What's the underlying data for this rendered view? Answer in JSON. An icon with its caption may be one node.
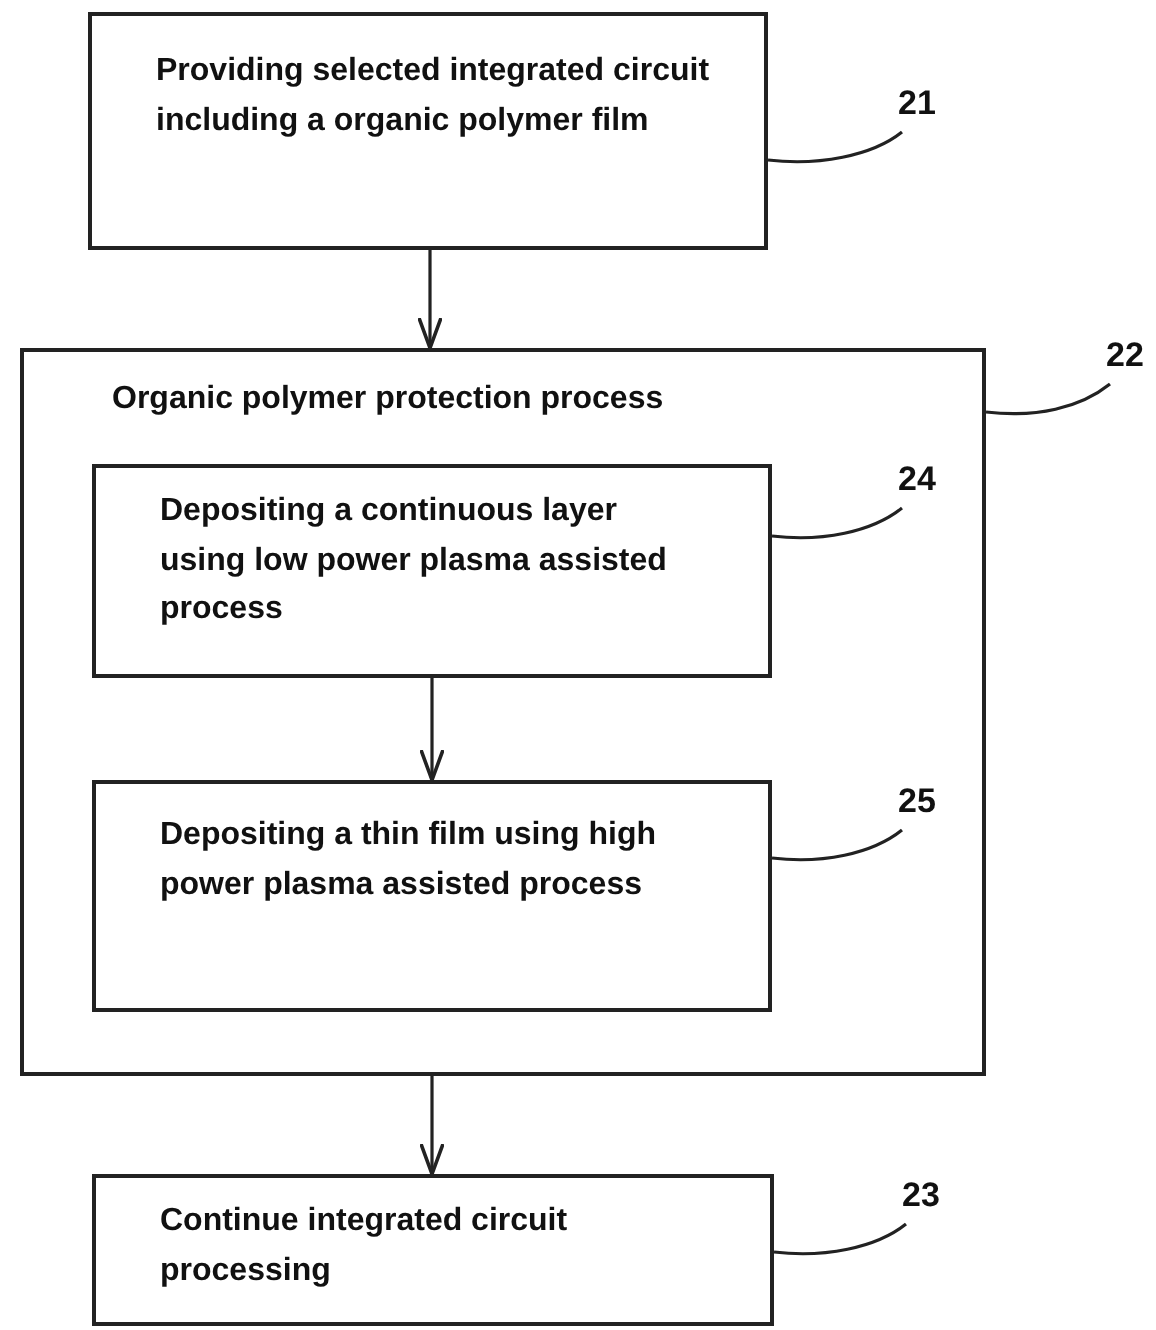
{
  "diagram": {
    "nodes": [
      {
        "text": [
          "Providing selected integrated circuit including a organic polymer film"
        ]
      },
      {
        "text": [
          "21"
        ]
      },
      {
        "text": [
          "Organic polymer protection process"
        ]
      },
      {
        "text": [
          "22"
        ]
      },
      {
        "text": [
          "Depositing a continuous layer using low power plasma assisted process"
        ],
        "in": 2
      },
      {
        "text": [
          "24"
        ],
        "in": 2
      },
      {
        "text": [
          "Depositing a thin film using high power plasma assisted process"
        ],
        "in": 2
      },
      {
        "text": [
          "25"
        ],
        "in": 2
      },
      {
        "text": [
          "Continue integrated circuit processing"
        ]
      },
      {
        "text": [
          "23"
        ]
      }
    ],
    "edges": [
      {
        "from": 0,
        "to": 2,
        "arrow": "to"
      },
      {
        "from": 1,
        "to": 0,
        "arrow": "none"
      },
      {
        "from": 3,
        "to": 2,
        "arrow": "none"
      },
      {
        "from": 4,
        "to": 6,
        "arrow": "to"
      },
      {
        "from": 5,
        "to": 4,
        "arrow": "none"
      },
      {
        "from": 7,
        "to": 6,
        "arrow": "none"
      },
      {
        "from": 2,
        "to": 8,
        "arrow": "to"
      },
      {
        "from": 9,
        "to": 8,
        "arrow": "none"
      }
    ]
  }
}
